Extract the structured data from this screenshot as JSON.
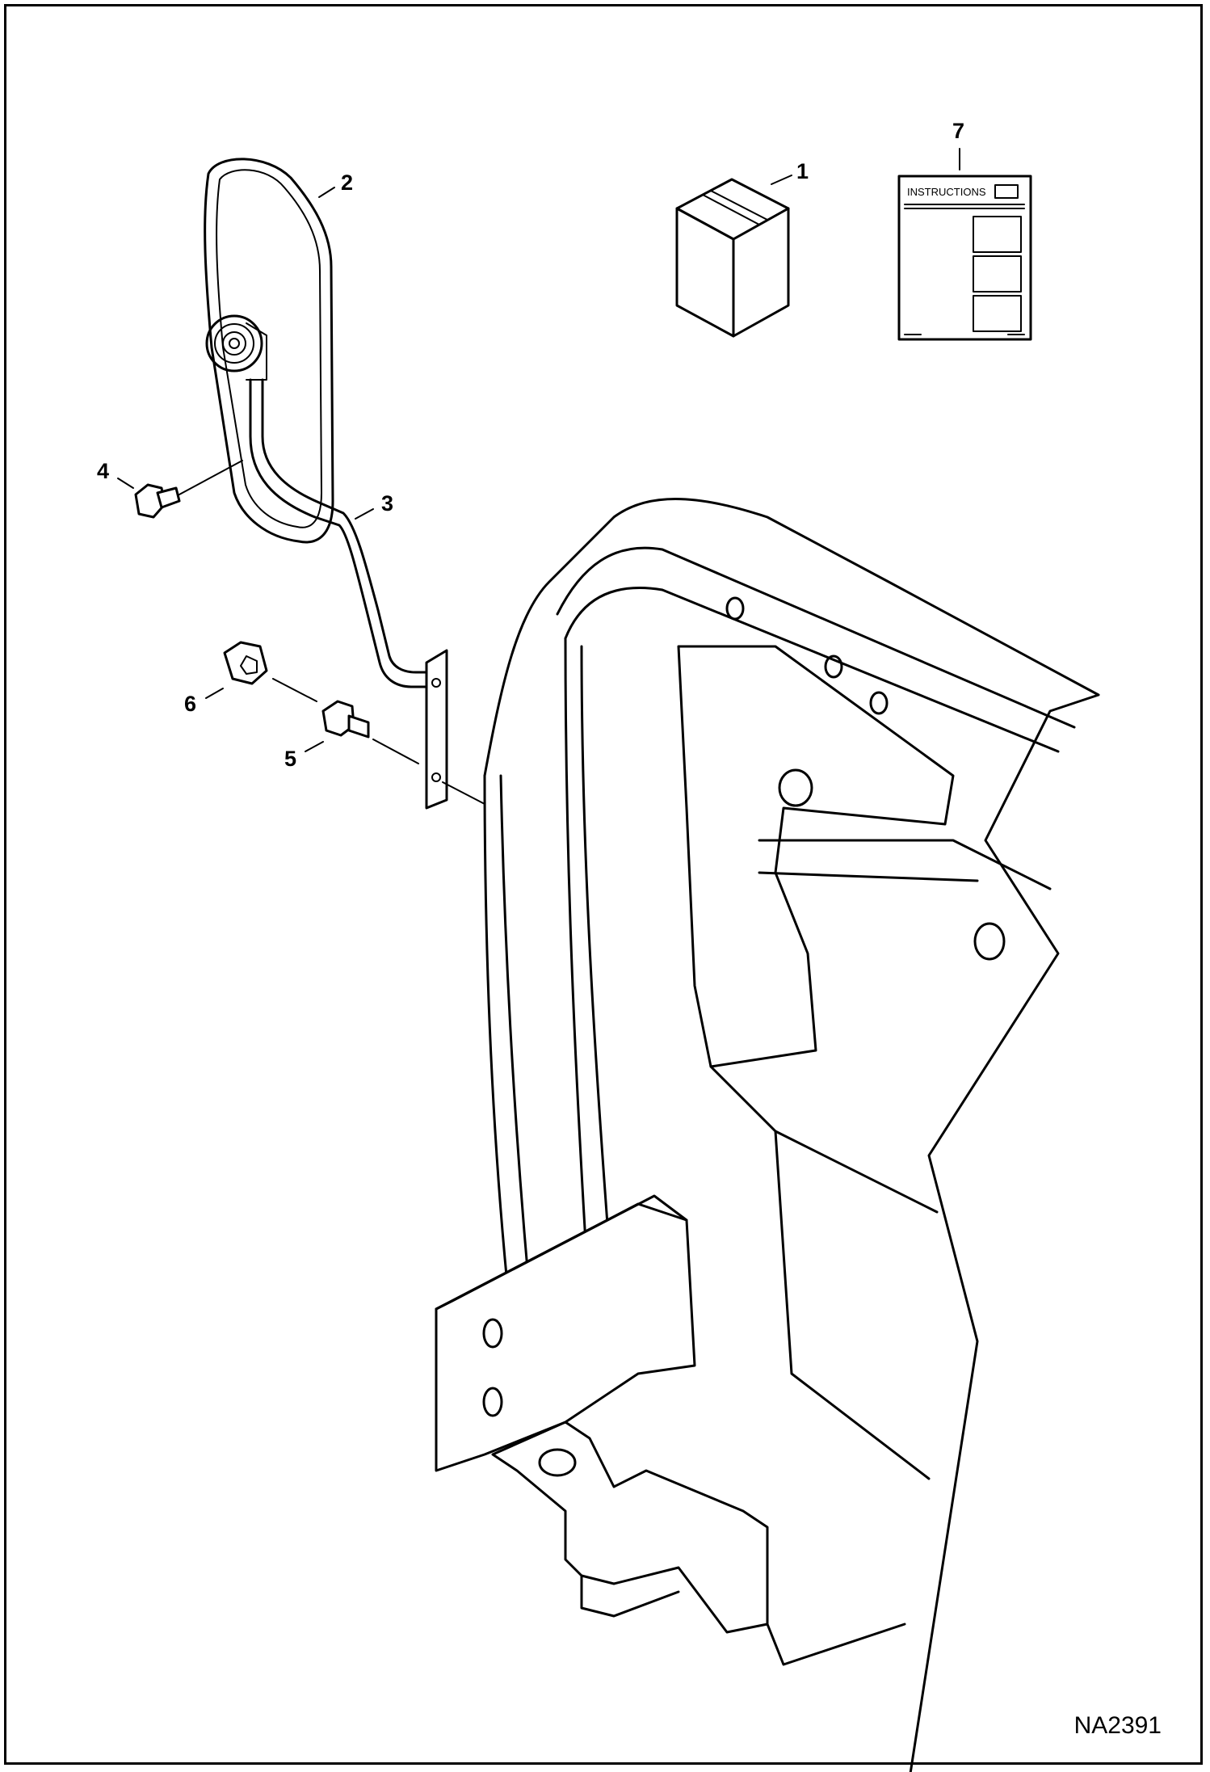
{
  "drawing": {
    "code": "NA2391",
    "instructions_sheet_title": "INSTRUCTIONS"
  },
  "callouts": [
    {
      "id": "1",
      "label": "1"
    },
    {
      "id": "2",
      "label": "2"
    },
    {
      "id": "3",
      "label": "3"
    },
    {
      "id": "4",
      "label": "4"
    },
    {
      "id": "5",
      "label": "5"
    },
    {
      "id": "6",
      "label": "6"
    },
    {
      "id": "7",
      "label": "7"
    }
  ]
}
